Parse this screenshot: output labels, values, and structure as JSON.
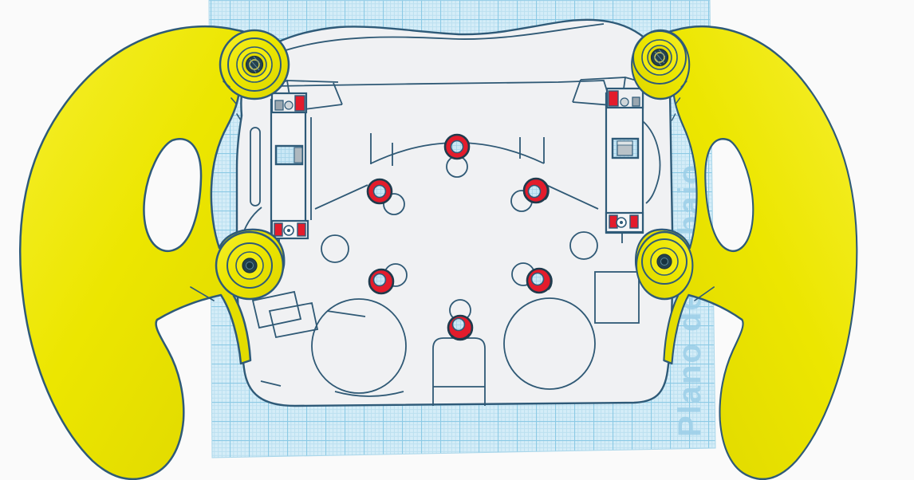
{
  "workplane": {
    "label": "Plano de trabajo"
  },
  "colors": {
    "background": "#fafafa",
    "workplane_base": "#d5edf8",
    "grid_fine": "#bce0f0",
    "grid_major": "#8ccae5",
    "label_blue": "#9ccfe8",
    "handle_yellow": "#ece600",
    "handle_yellow_light": "#f6ef2e",
    "outline_navy": "#2e5a78",
    "plate_white": "#f0f1f3",
    "accent_red": "#e31c2c",
    "screw_dark": "#24424f"
  },
  "components": [
    "workplane-grid",
    "faceplate-sketch",
    "left-grip-handle",
    "right-grip-handle",
    "switch-module-left",
    "switch-module-right",
    "screw-ring-top",
    "screw-ring-upper-left",
    "screw-ring-upper-right",
    "screw-ring-lower-left",
    "screw-ring-lower-right",
    "screw-ring-bottom",
    "screw-post-top-left",
    "screw-post-bottom-left",
    "screw-post-top-right",
    "screw-post-bottom-right"
  ]
}
